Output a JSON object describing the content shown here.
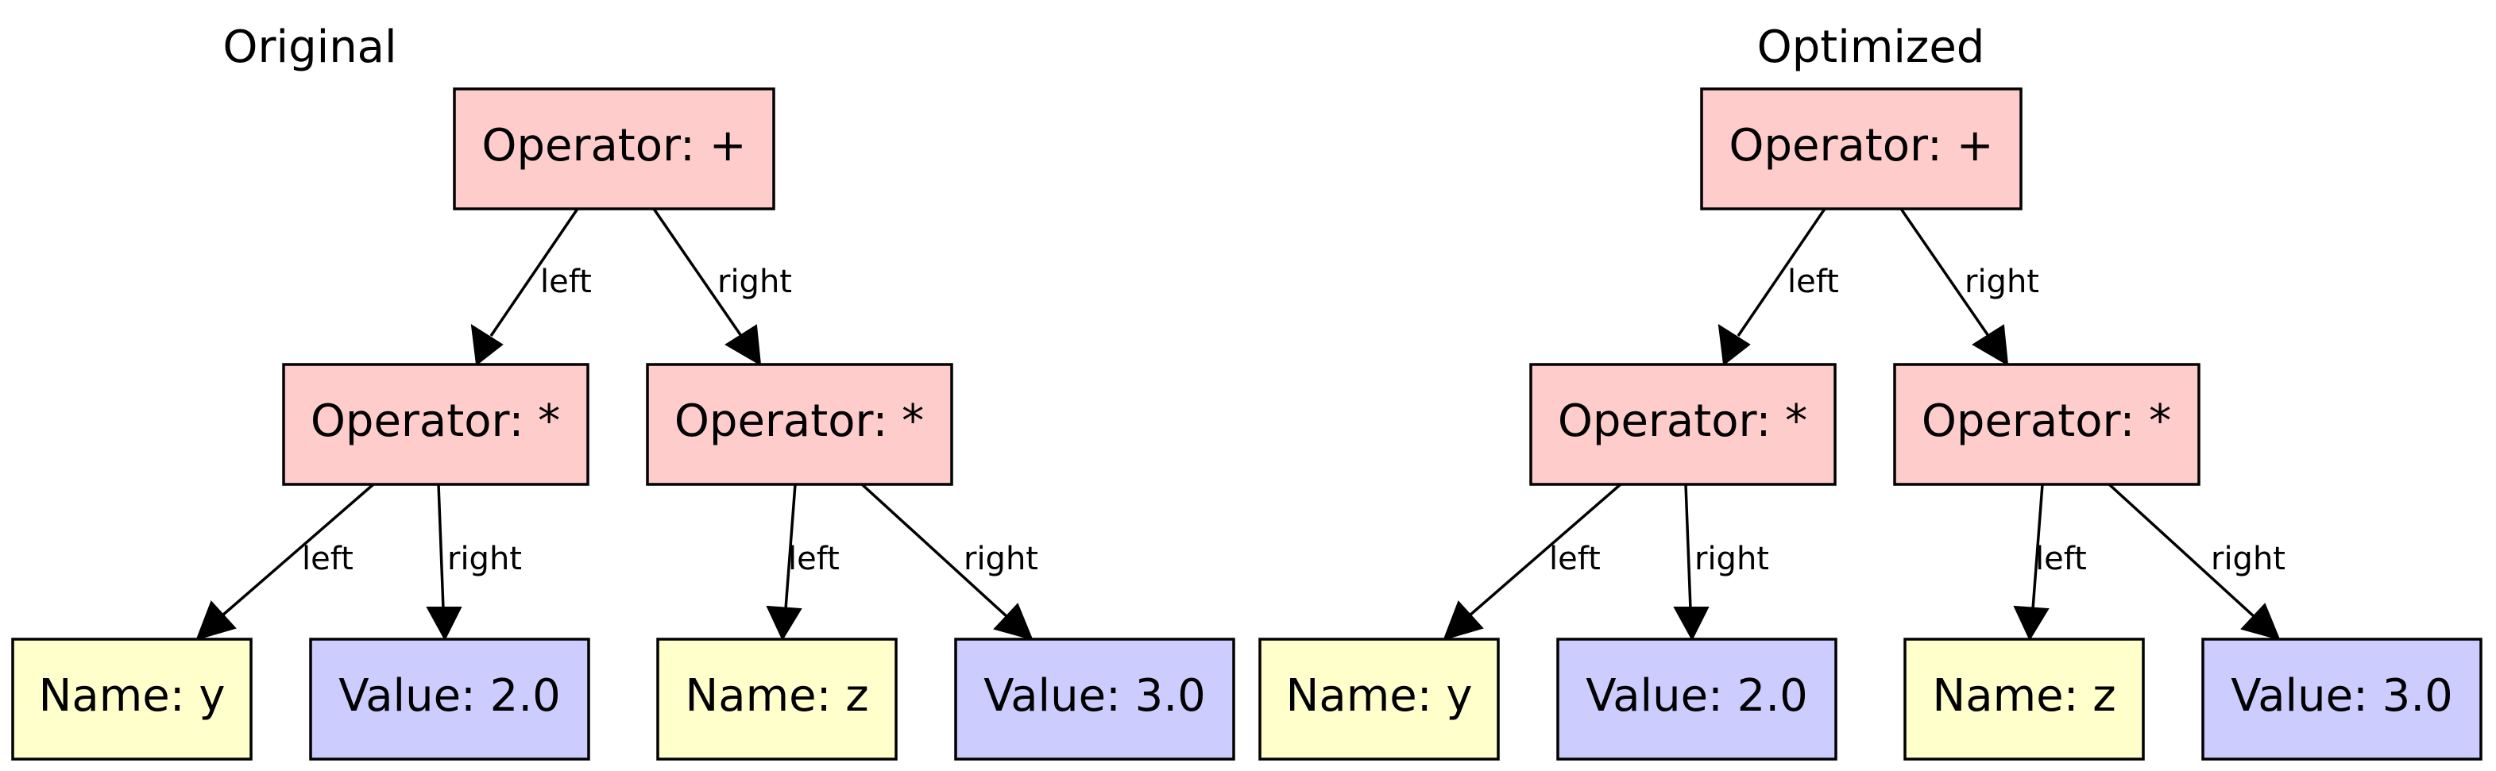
{
  "colors": {
    "operator": "#ffcccc",
    "name": "#ffffcc",
    "value": "#ccccff"
  },
  "trees": [
    {
      "title": "Original",
      "root": {
        "kind": "operator",
        "label": "Operator: +"
      },
      "left": {
        "edge_label": "left",
        "node": {
          "kind": "operator",
          "label": "Operator: *"
        },
        "left": {
          "edge_label": "left",
          "node": {
            "kind": "name",
            "label": "Name: y"
          }
        },
        "right": {
          "edge_label": "right",
          "node": {
            "kind": "value",
            "label": "Value: 2.0"
          }
        }
      },
      "right": {
        "edge_label": "right",
        "node": {
          "kind": "operator",
          "label": "Operator: *"
        },
        "left": {
          "edge_label": "left",
          "node": {
            "kind": "name",
            "label": "Name: z"
          }
        },
        "right": {
          "edge_label": "right",
          "node": {
            "kind": "value",
            "label": "Value: 3.0"
          }
        }
      }
    },
    {
      "title": "Optimized",
      "root": {
        "kind": "operator",
        "label": "Operator: +"
      },
      "left": {
        "edge_label": "left",
        "node": {
          "kind": "operator",
          "label": "Operator: *"
        },
        "left": {
          "edge_label": "left",
          "node": {
            "kind": "name",
            "label": "Name: y"
          }
        },
        "right": {
          "edge_label": "right",
          "node": {
            "kind": "value",
            "label": "Value: 2.0"
          }
        }
      },
      "right": {
        "edge_label": "right",
        "node": {
          "kind": "operator",
          "label": "Operator: *"
        },
        "left": {
          "edge_label": "left",
          "node": {
            "kind": "name",
            "label": "Name: z"
          }
        },
        "right": {
          "edge_label": "right",
          "node": {
            "kind": "value",
            "label": "Value: 3.0"
          }
        }
      }
    }
  ]
}
